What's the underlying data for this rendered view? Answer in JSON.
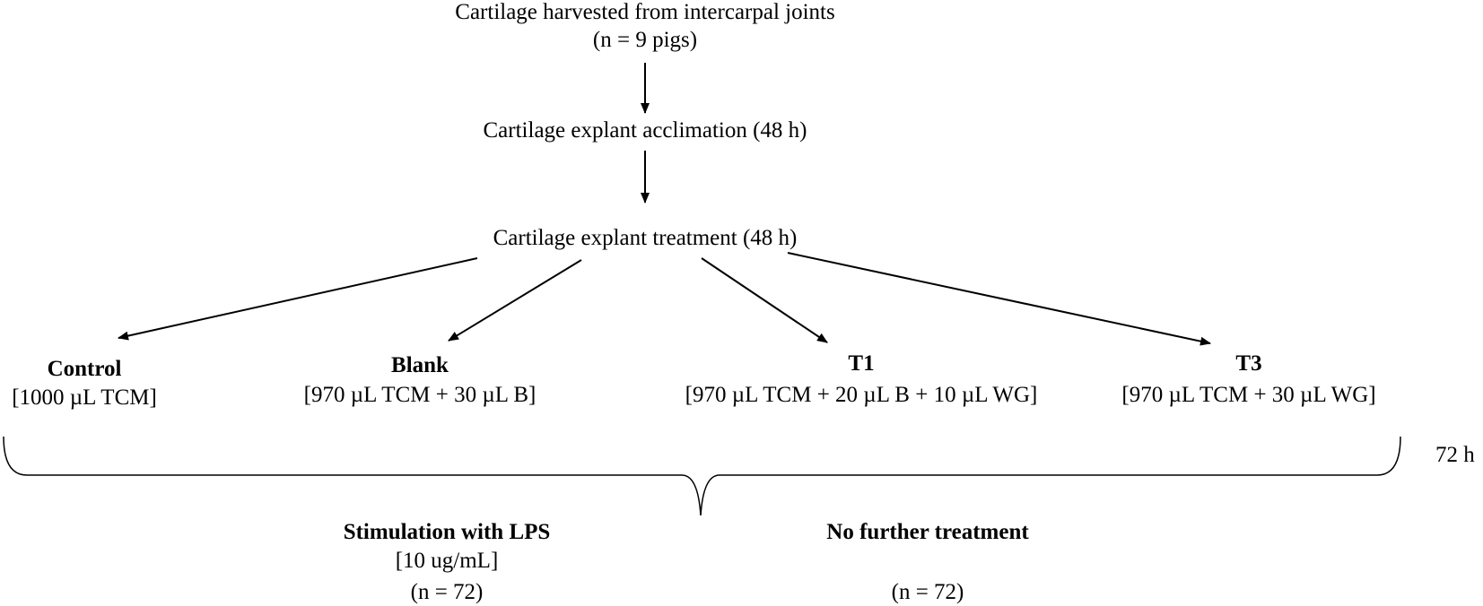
{
  "top": {
    "title": "Cartilage harvested from intercarpal joints",
    "count": "(n = 9 pigs)"
  },
  "step_acclimation": "Cartilage explant acclimation (48 h)",
  "step_treatment": "Cartilage explant treatment (48 h)",
  "groups": [
    {
      "name": "Control",
      "detail": "[1000 µL TCM]"
    },
    {
      "name": "Blank",
      "detail": "[970 µL TCM + 30 µL B]"
    },
    {
      "name": "T1",
      "detail": "[970  µL TCM + 20 µL B + 10 µL WG]"
    },
    {
      "name": "T3",
      "detail": "[970 µL TCM + 30 µL WG]"
    }
  ],
  "duration_label": "72 h",
  "outcomes": [
    {
      "name": "Stimulation with LPS",
      "detail": "[10 ug/mL]",
      "count": "(n = 72)"
    },
    {
      "name": "No further treatment",
      "detail": "",
      "count": "(n = 72)"
    }
  ],
  "colors": {
    "text": "#000000",
    "lines": "#000000",
    "background": "#ffffff"
  }
}
